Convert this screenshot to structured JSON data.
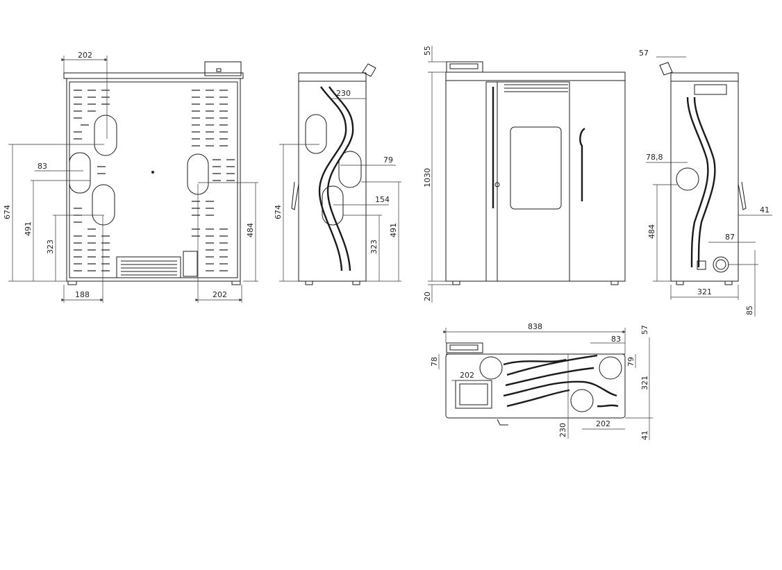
{
  "dimensions": {
    "back_view": {
      "top_width": "202",
      "height_total": "674",
      "height_mid": "491",
      "height_low": "323",
      "left_offset": "83",
      "bottom_left": "188",
      "bottom_right": "202",
      "right_height": "484"
    },
    "side_left_view": {
      "depth_top": "230",
      "height_total": "674",
      "pipe_offset": "79",
      "pipe_offset_low": "154",
      "height_low": "323",
      "height_mid": "491"
    },
    "front_view": {
      "top_offset": "55",
      "height_total": "1030",
      "bottom_offset": "20"
    },
    "side_right_view": {
      "top_offset": "57",
      "pipe_offset": "78,8",
      "height": "484",
      "right_offset": "41",
      "pipe_spacing": "87",
      "depth": "321",
      "bottom_offset": "85"
    },
    "top_view": {
      "width": "838",
      "right_offset": "83",
      "top_right": "57",
      "left_depth": "78",
      "inner_width": "202",
      "pipe_depth": "79",
      "depth": "321",
      "bottom_depth": "230",
      "bottom_width": "202",
      "bottom_offset": "41"
    }
  }
}
